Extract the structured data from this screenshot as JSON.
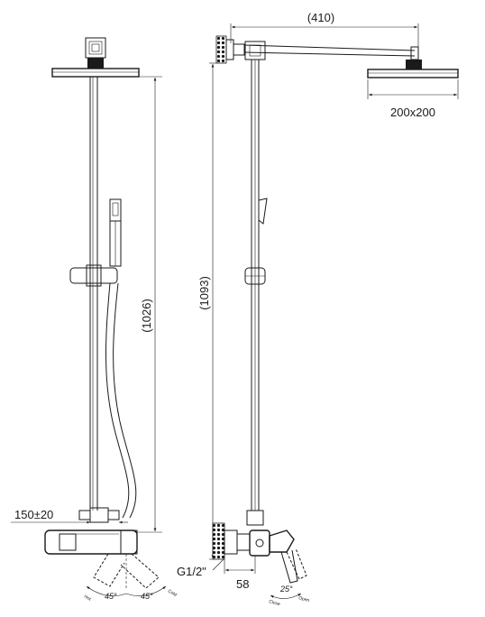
{
  "dimensions": {
    "arm_length": "(410)",
    "head_size": "200x200",
    "left_height": "(1026)",
    "right_height": "(1093)",
    "center_distance": "150±20",
    "thread": "G1/2\"",
    "offset": "58"
  },
  "handle_labels": {
    "hot": "Hot",
    "cold": "Cold",
    "angle_left": "45°",
    "angle_right": "45°",
    "close": "Close",
    "open": "Open",
    "angle_side": "25°"
  }
}
